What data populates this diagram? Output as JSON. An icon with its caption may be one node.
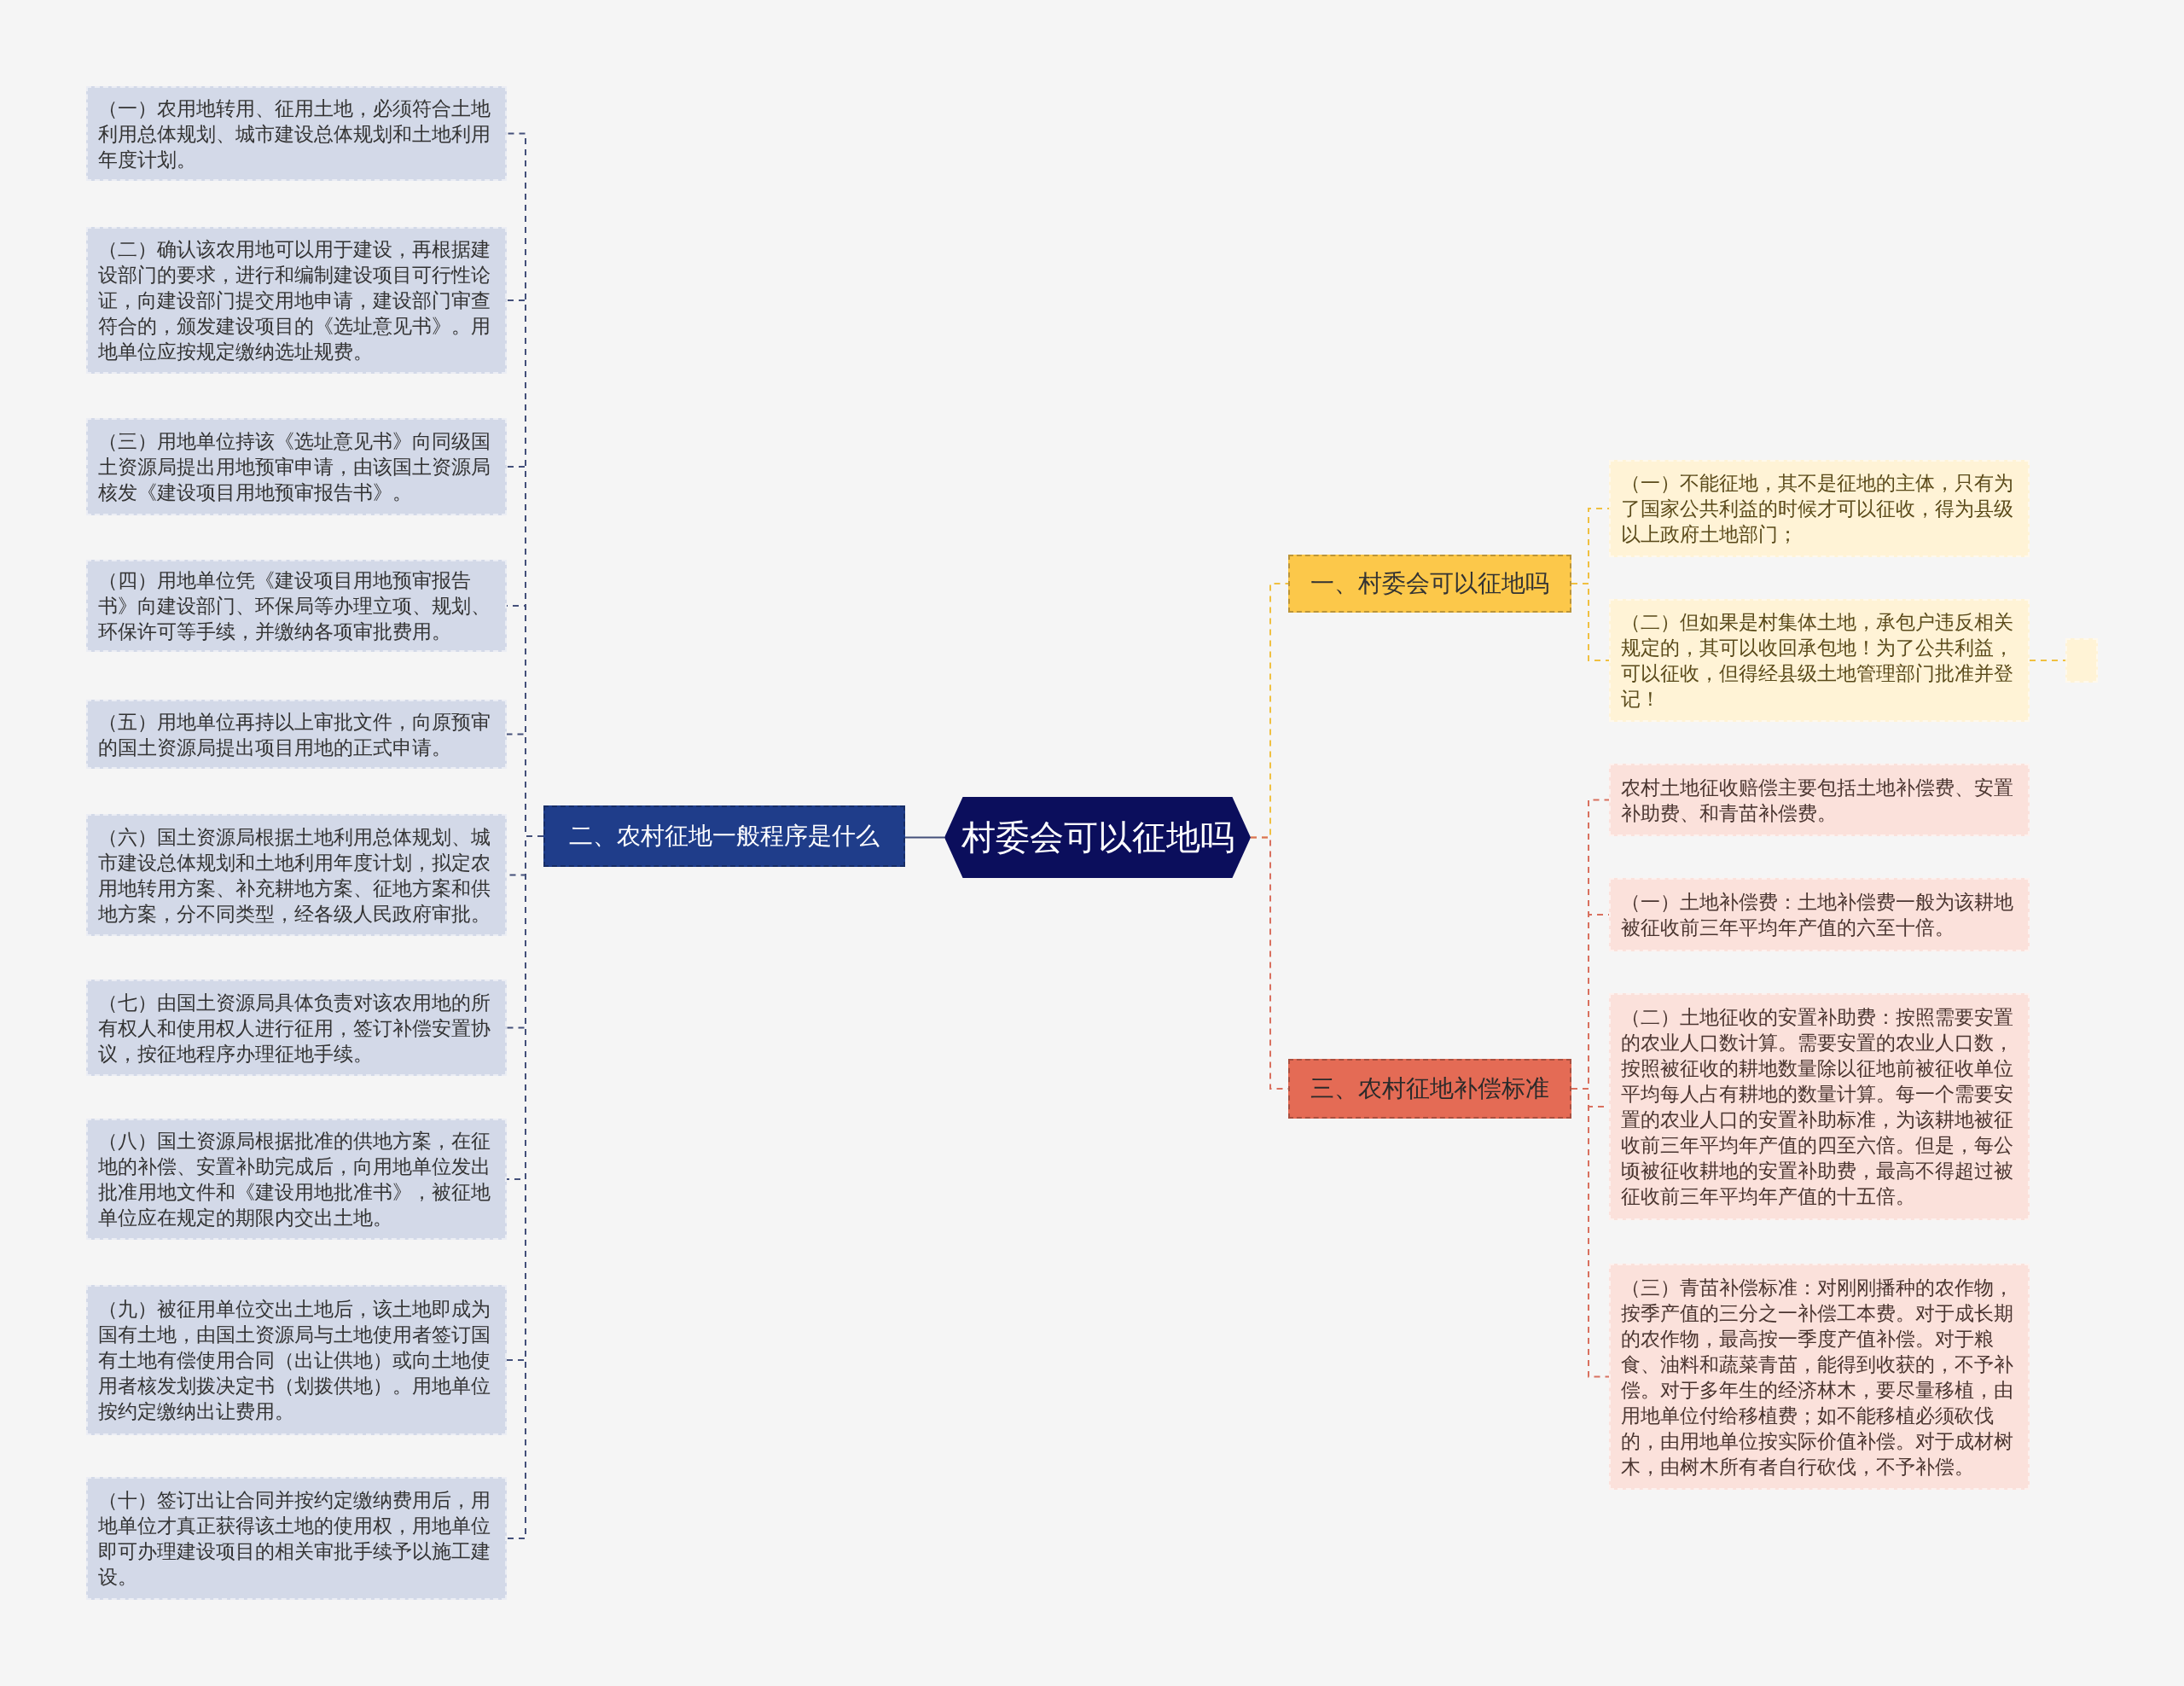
{
  "diagram": {
    "nodes": [
      {
        "text": [
          "村委会可以征地吗"
        ]
      },
      {
        "text": [
          "一、村委会可以征地吗"
        ]
      },
      {
        "text": [
          "（一）不能征地，其不是征地的主体，只有为了国家公共利益的时候才可以征收，得为县级以上政府土地部门；"
        ]
      },
      {
        "text": [
          "（二）但如果是村集体土地，承包户违反相关规定的，其可以收回承包地！为了公共利益，可以征收，但得经县级土地管理部门批准并登记！"
        ]
      },
      {
        "text": [],
        "shape": "box"
      },
      {
        "text": [
          "二、农村征地一般程序是什么"
        ]
      },
      {
        "text": [
          "（一）农用地转用、征用土地，必须符合土地利用总体规划、城市建设总体规划和土地利用年度计划。"
        ]
      },
      {
        "text": [
          "（二）确认该农用地可以用于建设，再根据建设部门的要求，进行和编制建设项目可行性论证，向建设部门提交用地申请，建设部门审查符合的，颁发建设项目的《选址意见书》。用地单位应按规定缴纳选址规费。"
        ]
      },
      {
        "text": [
          "（三）用地单位持该《选址意见书》向同级国土资源局提出用地预审申请，由该国土资源局核发《建设项目用地预审报告书》。"
        ]
      },
      {
        "text": [
          "（四）用地单位凭《建设项目用地预审报告书》向建设部门、环保局等办理立项、规划、环保许可等手续，并缴纳各项审批费用。"
        ]
      },
      {
        "text": [
          "（五）用地单位再持以上审批文件，向原预审的国土资源局提出项目用地的正式申请。"
        ]
      },
      {
        "text": [
          "（六）国土资源局根据土地利用总体规划、城市建设总体规划和土地利用年度计划，拟定农用地转用方案、补充耕地方案、征地方案和供地方案，分不同类型，经各级人民政府审批。"
        ]
      },
      {
        "text": [
          "（七）由国土资源局具体负责对该农用地的所有权人和使用权人进行征用，签订补偿安置协议，按征地程序办理征地手续。"
        ]
      },
      {
        "text": [
          "（八）国土资源局根据批准的供地方案，在征地的补偿、安置补助完成后，向用地单位发出批准用地文件和《建设用地批准书》，被征地单位应在规定的期限内交出土地。"
        ]
      },
      {
        "text": [
          "（九）被征用单位交出土地后，该土地即成为国有土地，由国土资源局与土地使用者签订国有土地有偿使用合同（出让供地）或向土地使用者核发划拨决定书（划拨供地）。用地单位按约定缴纳出让费用。"
        ]
      },
      {
        "text": [
          "（十）签订出让合同并按约定缴纳费用后，用地单位才真正获得该土地的使用权，用地单位即可办理建设项目的相关审批手续予以施工建设。"
        ]
      },
      {
        "text": [
          "三、农村征地补偿标准"
        ]
      },
      {
        "text": [
          "农村土地征收赔偿主要包括土地补偿费、安置补助费、和青苗补偿费。"
        ]
      },
      {
        "text": [
          "（一）土地补偿费：土地补偿费一般为该耕地被征收前三年平均年产值的六至十倍。"
        ]
      },
      {
        "text": [
          "（二）土地征收的安置补助费：按照需要安置的农业人口数计算。需要安置的农业人口数，按照被征收的耕地数量除以征地前被征收单位平均每人占有耕地的数量计算。每一个需要安置的农业人口的安置补助标准，为该耕地被征收前三年平均年产值的四至六倍。但是，每公顷被征收耕地的安置补助费，最高不得超过被征收前三年平均年产值的十五倍。"
        ]
      },
      {
        "text": [
          "（三）青苗补偿标准：对刚刚播种的农作物，按季产值的三分之一补偿工本费。对于成长期的农作物，最高按一季度产值补偿。对于粮食、油料和蔬菜青苗，能得到收获的，不予补偿。对于多年生的经济林木，要尽量移植，由用地单位付给移植费；如不能移植必须砍伐的，由用地单位按实际价值补偿。对于成材树木，由树木所有者自行砍伐，不予补偿。"
        ]
      }
    ],
    "edges": [
      {
        "from": 0,
        "to": 1,
        "arrow": "none",
        "style": "dashed",
        "color": "#f0c040"
      },
      {
        "from": 1,
        "to": 2,
        "arrow": "none",
        "style": "dashed",
        "color": "#f0c040"
      },
      {
        "from": 1,
        "to": 3,
        "arrow": "none",
        "style": "dashed",
        "color": "#f0c040"
      },
      {
        "from": 3,
        "to": 4,
        "arrow": "none",
        "style": "dashed",
        "color": "#f0c040"
      },
      {
        "from": 0,
        "to": 5,
        "arrow": "none"
      },
      {
        "from": 5,
        "to": 6,
        "arrow": "none",
        "style": "dashed"
      },
      {
        "from": 5,
        "to": 7,
        "arrow": "none",
        "style": "dashed"
      },
      {
        "from": 5,
        "to": 8,
        "arrow": "none",
        "style": "dashed"
      },
      {
        "from": 5,
        "to": 9,
        "arrow": "none",
        "style": "dashed"
      },
      {
        "from": 5,
        "to": 10,
        "arrow": "none",
        "style": "dashed"
      },
      {
        "from": 5,
        "to": 11,
        "arrow": "none",
        "style": "dashed"
      },
      {
        "from": 5,
        "to": 12,
        "arrow": "none",
        "style": "dashed"
      },
      {
        "from": 5,
        "to": 13,
        "arrow": "none",
        "style": "dashed"
      },
      {
        "from": 5,
        "to": 14,
        "arrow": "none",
        "style": "dashed"
      },
      {
        "from": 5,
        "to": 15,
        "arrow": "none",
        "style": "dashed"
      },
      {
        "from": 0,
        "to": 16,
        "arrow": "none",
        "style": "dashed",
        "color": "#d9705e"
      },
      {
        "from": 16,
        "to": 17,
        "arrow": "none",
        "style": "dashed",
        "color": "#d9705e"
      },
      {
        "from": 16,
        "to": 18,
        "arrow": "none",
        "style": "dashed",
        "color": "#d9705e"
      },
      {
        "from": 16,
        "to": 19,
        "arrow": "none",
        "style": "dashed",
        "color": "#d9705e"
      },
      {
        "from": 16,
        "to": 20,
        "arrow": "none",
        "style": "dashed",
        "color": "#d9705e"
      }
    ]
  }
}
